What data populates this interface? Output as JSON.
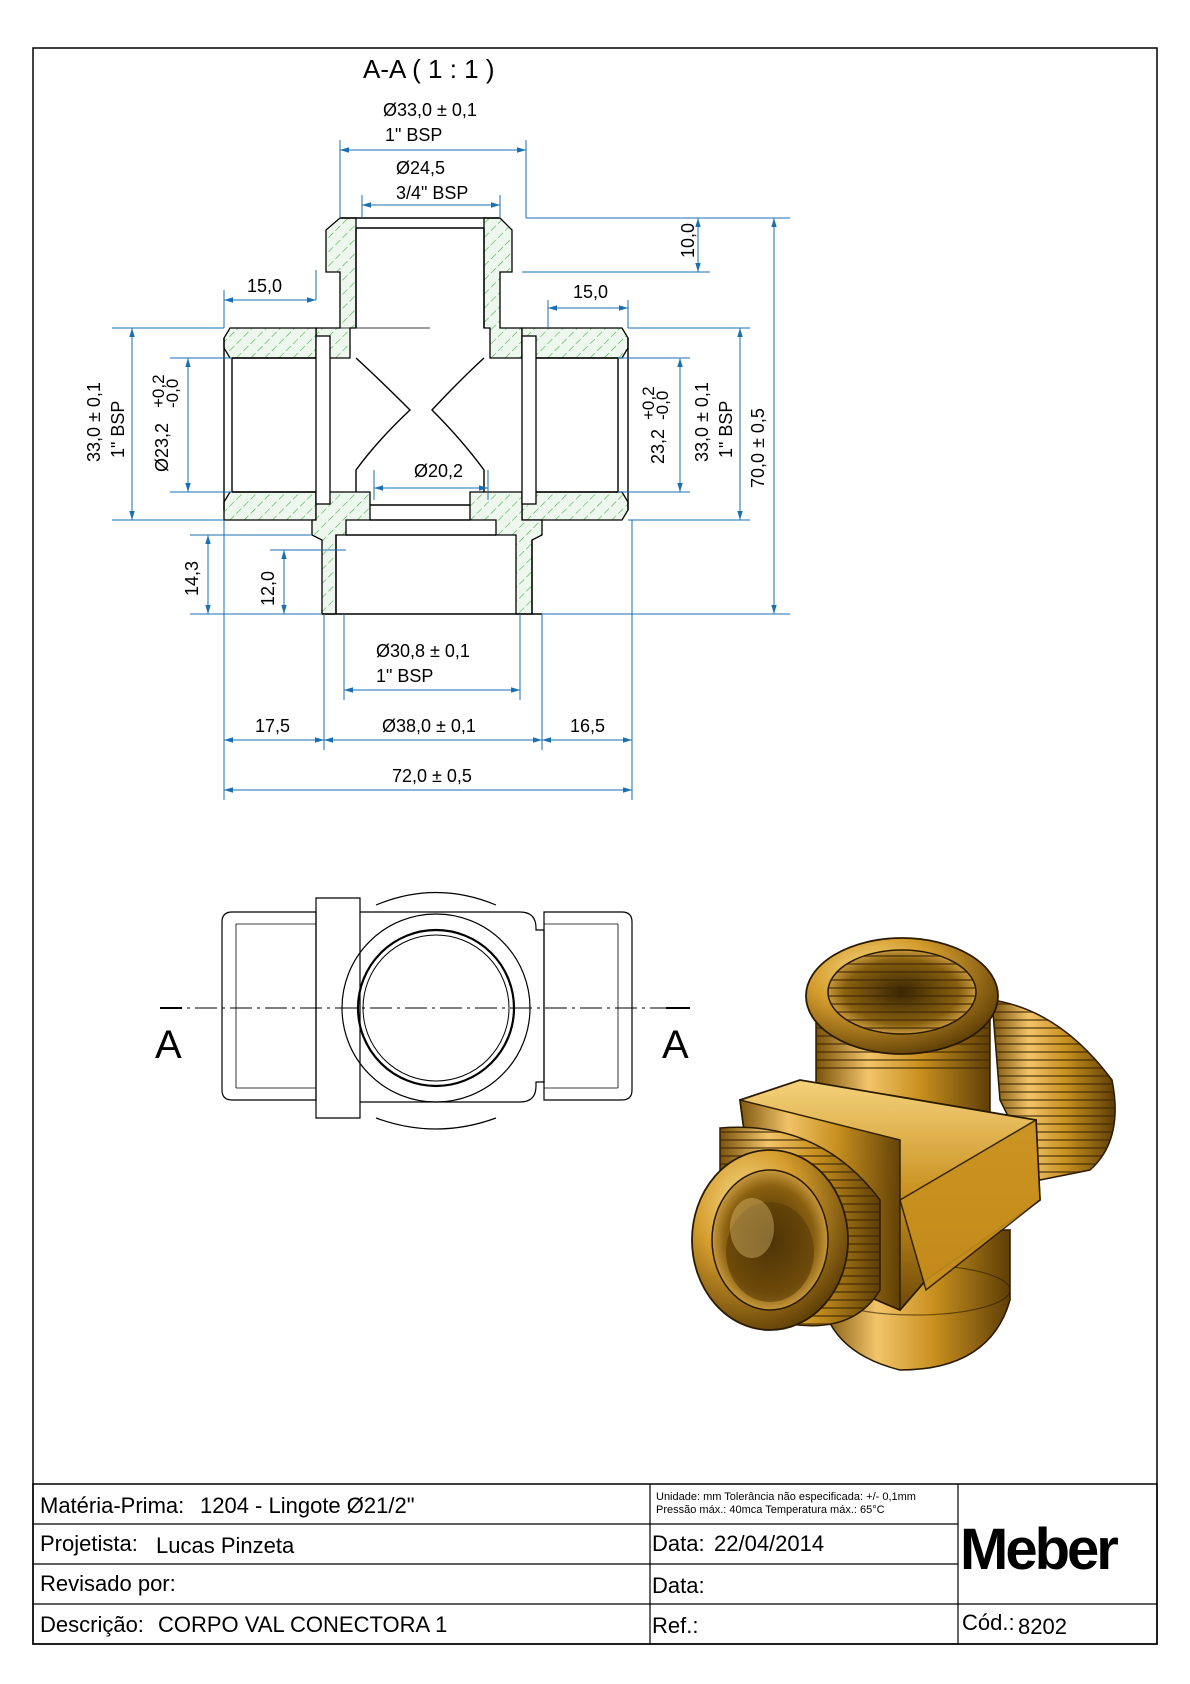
{
  "section": {
    "title": "A-A ( 1 : 1 )",
    "dims": {
      "top_outer_dia": "Ø33,0 ± 0,1",
      "top_outer_thread": "1\" BSP",
      "top_inner_dia": "Ø24,5",
      "top_inner_thread": "3/4\" BSP",
      "top_height": "10,0",
      "left_length": "15,0",
      "right_length": "15,0",
      "left_outer_dia": "33,0 ± 0,1",
      "left_outer_thread": "1\" BSP",
      "left_inner_dia": "Ø23,2",
      "left_inner_tol_plus": "+0,2",
      "left_inner_tol_minus": "-0,0",
      "right_inner_dia": "23,2",
      "right_inner_tol_plus": "+0,2",
      "right_inner_tol_minus": "-0,0",
      "right_outer_dia": "33,0 ± 0,1",
      "right_outer_thread": "1\" BSP",
      "total_height": "70,0 ± 0,5",
      "center_bore": "Ø20,2",
      "bottom_height_outer": "14,3",
      "bottom_height_inner": "12,0",
      "bottom_dia": "Ø30,8 ± 0,1",
      "bottom_thread": "1\" BSP",
      "left_offset": "17,5",
      "body_dia": "Ø38,0 ± 0,1",
      "right_offset": "16,5",
      "total_width": "72,0 ± 0,5"
    }
  },
  "front_view": {
    "cut_left": "A",
    "cut_right": "A"
  },
  "render_3d": {
    "colors": {
      "brass_light": "#f2c46a",
      "brass_mid": "#c8901e",
      "brass_dark": "#6e4a08"
    }
  },
  "title_block": {
    "material_label": "Matéria-Prima:",
    "material_value": "1204 - Lingote Ø21/2\"",
    "notes_line1": "Unidade: mm Tolerância não especificada: +/- 0,1mm",
    "notes_line2": "Pressão máx.: 40mca       Temperatura máx.: 65°C",
    "designer_label": "Projetista:",
    "designer_value": "Lucas Pinzeta",
    "date_label": "Data: ",
    "date_value": "22/04/2014",
    "reviewed_label": "Revisado por:",
    "date2_label": "Data:",
    "description_label": "Descrição:",
    "description_value": "CORPO VAL CONECTORA 1",
    "ref_label": "Ref.:",
    "logo": "Meber",
    "code_label": "Cód.:",
    "code_value": "8202"
  },
  "colors": {
    "dimension": "#1a6fb0",
    "hatch": "#4caf50",
    "outline": "#000000"
  }
}
